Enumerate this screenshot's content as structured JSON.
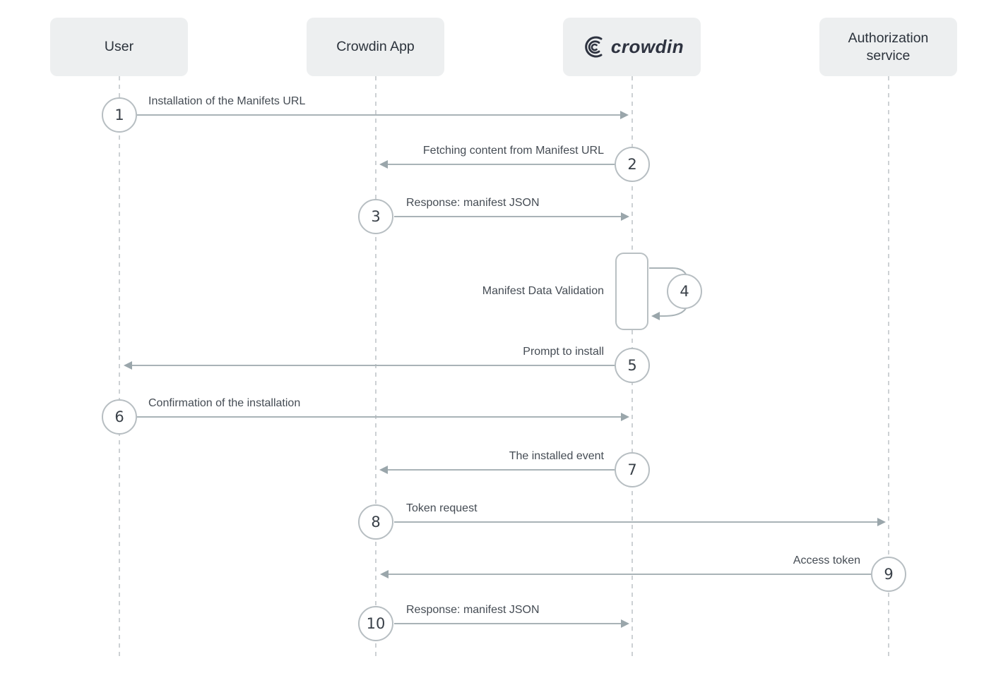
{
  "actors": [
    {
      "name": "User"
    },
    {
      "name": "Crowdin App"
    },
    {
      "name": "Crowdin",
      "logo_text": "crowdin"
    },
    {
      "name": "Authorization service"
    }
  ],
  "steps": [
    {
      "number": "1",
      "label": "Installation of the Manifets URL",
      "from": "User",
      "to": "Crowdin",
      "direction": "right"
    },
    {
      "number": "2",
      "label": "Fetching content from Manifest URL",
      "from": "Crowdin",
      "to": "Crowdin App",
      "direction": "left"
    },
    {
      "number": "3",
      "label": "Response: manifest JSON",
      "from": "Crowdin App",
      "to": "Crowdin",
      "direction": "right"
    },
    {
      "number": "4",
      "label": "Manifest Data Validation",
      "from": "Crowdin",
      "to": "Crowdin",
      "direction": "self"
    },
    {
      "number": "5",
      "label": "Prompt to install",
      "from": "Crowdin",
      "to": "User",
      "direction": "left"
    },
    {
      "number": "6",
      "label": "Confirmation of the installation",
      "from": "User",
      "to": "Crowdin",
      "direction": "right"
    },
    {
      "number": "7",
      "label": "The installed event",
      "from": "Crowdin",
      "to": "Crowdin App",
      "direction": "left"
    },
    {
      "number": "8",
      "label": "Token request",
      "from": "Crowdin App",
      "to": "Authorization service",
      "direction": "right"
    },
    {
      "number": "9",
      "label": "Access token",
      "from": "Authorization service",
      "to": "Crowdin App",
      "direction": "left"
    },
    {
      "number": "10",
      "label": "Response: manifest JSON",
      "from": "Crowdin App",
      "to": "Crowdin",
      "direction": "right"
    }
  ],
  "colors": {
    "actor_box_bg": "#edeff0",
    "actor_text": "#2b323b",
    "lifeline": "#cdd1d4",
    "arrow_line": "#a9b3b7",
    "arrow_head": "#9aa6ab",
    "circle_border": "#b7bec2",
    "number_text": "#3a4149",
    "label_text": "#454c54",
    "logo": "#2e3340"
  }
}
